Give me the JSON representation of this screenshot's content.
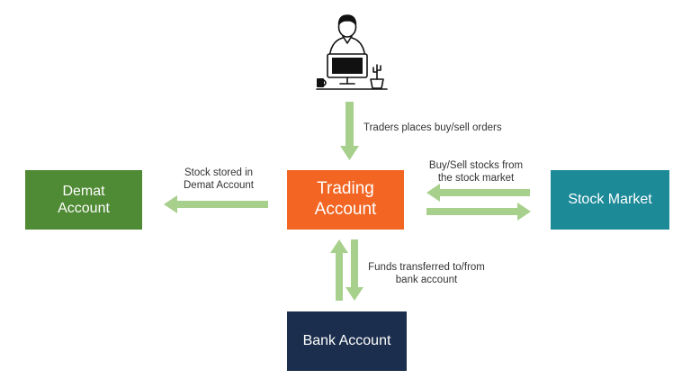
{
  "diagram": {
    "trading": {
      "line1": "Trading",
      "line2": "Account"
    },
    "demat": {
      "line1": "Demat",
      "line2": "Account"
    },
    "stock_market": {
      "label": "Stock Market"
    },
    "bank": {
      "label": "Bank Account"
    },
    "labels": {
      "orders": "Traders places buy/sell orders",
      "demat_line1": "Stock stored in",
      "demat_line2": "Demat Account",
      "buy_line1": "Buy/Sell stocks from",
      "buy_line2": "the stock market",
      "funds_line1": "Funds transferred to/from",
      "funds_line2": "bank account"
    }
  },
  "colors": {
    "trading": "#f26522",
    "demat": "#4f8a34",
    "stock_market": "#1d8a98",
    "bank": "#1c2e4d",
    "arrow": "#a8d08d"
  },
  "icons": [
    "trader-at-computer-icon"
  ]
}
